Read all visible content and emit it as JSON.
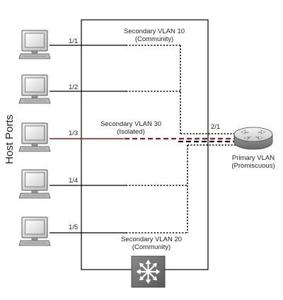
{
  "side_label": "Host Ports",
  "ports": [
    "1/1",
    "1/2",
    "1/3",
    "1/4",
    "1/5"
  ],
  "uplink_port": "2/1",
  "vlans": {
    "community_10": {
      "name": "Secondary VLAN 10",
      "type": "(Community)"
    },
    "isolated_30": {
      "name": "Secondary VLAN 30",
      "type": "(Isolated)"
    },
    "community_20": {
      "name": "Secondary VLAN 20",
      "type": "(Community)"
    },
    "primary": {
      "name": "Primary VLAN",
      "type": "(Promiscuous)"
    }
  },
  "colors": {
    "link": "#000000",
    "isolated_link": "#8b1a1a"
  },
  "icons": {
    "host": "desktop-computer-icon",
    "router": "router-icon",
    "switch": "multilayer-switch-icon"
  }
}
